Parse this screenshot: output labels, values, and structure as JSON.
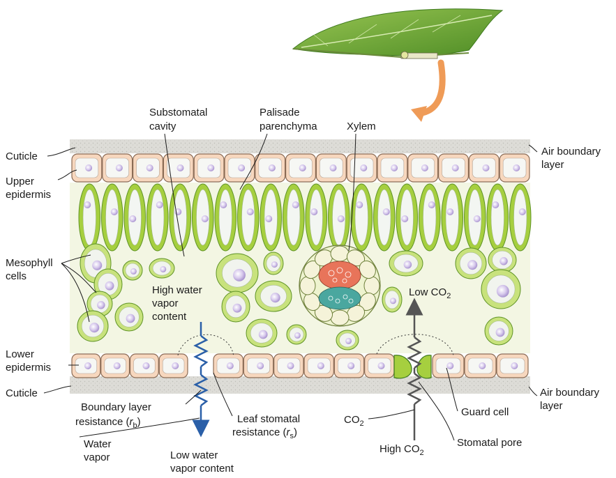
{
  "labels": {
    "cuticle_top": "Cuticle",
    "upper_epidermis_1": "Upper",
    "upper_epidermis_2": "epidermis",
    "mesophyll_1": "Mesophyll",
    "mesophyll_2": "cells",
    "lower_epidermis_1": "Lower",
    "lower_epidermis_2": "epidermis",
    "cuticle_bottom": "Cuticle",
    "substomatal_1": "Substomatal",
    "substomatal_2": "cavity",
    "palisade_1": "Palisade",
    "palisade_2": "parenchyma",
    "xylem": "Xylem",
    "air_boundary_top_1": "Air boundary",
    "air_boundary_top_2": "layer",
    "high_water_1": "High water",
    "high_water_2": "vapor",
    "high_water_3": "content",
    "low_co2": "Low CO",
    "boundary_res_1": "Boundary layer",
    "boundary_res_2": "resistance (",
    "boundary_res_sym": "r",
    "boundary_res_sub": "b",
    "boundary_res_close": ")",
    "leaf_res_1": "Leaf stomatal",
    "leaf_res_2": "resistance (",
    "leaf_res_sym": "r",
    "leaf_res_sub": "s",
    "leaf_res_close": ")",
    "water_vapor_1": "Water",
    "water_vapor_2": "vapor",
    "low_water_1": "Low water",
    "low_water_2": "vapor content",
    "co2": "CO",
    "high_co2": "High CO",
    "stomatal_pore": "Stomatal pore",
    "guard_cell": "Guard cell",
    "air_boundary_bottom_1": "Air boundary",
    "air_boundary_bottom_2": "layer",
    "subscript_2": "2"
  },
  "colors": {
    "leaf_green": "#7fb23a",
    "leaf_dark": "#3e7a1e",
    "epidermis_fill": "#f7d7be",
    "epidermis_stroke": "#8a6b55",
    "palisade_fill": "#a6cf3f",
    "palisade_inner": "#f3f6f2",
    "mesophyll_fill": "#c8e27c",
    "nucleus": "#c9b6e3",
    "cuticle_band": "#d7d6d1",
    "water_arrow": "#2a5fa8",
    "co2_arrow": "#555555",
    "orange_arrow": "#ef9b57",
    "xylem_red": "#e8745a",
    "phloem_teal": "#4aa79f"
  }
}
